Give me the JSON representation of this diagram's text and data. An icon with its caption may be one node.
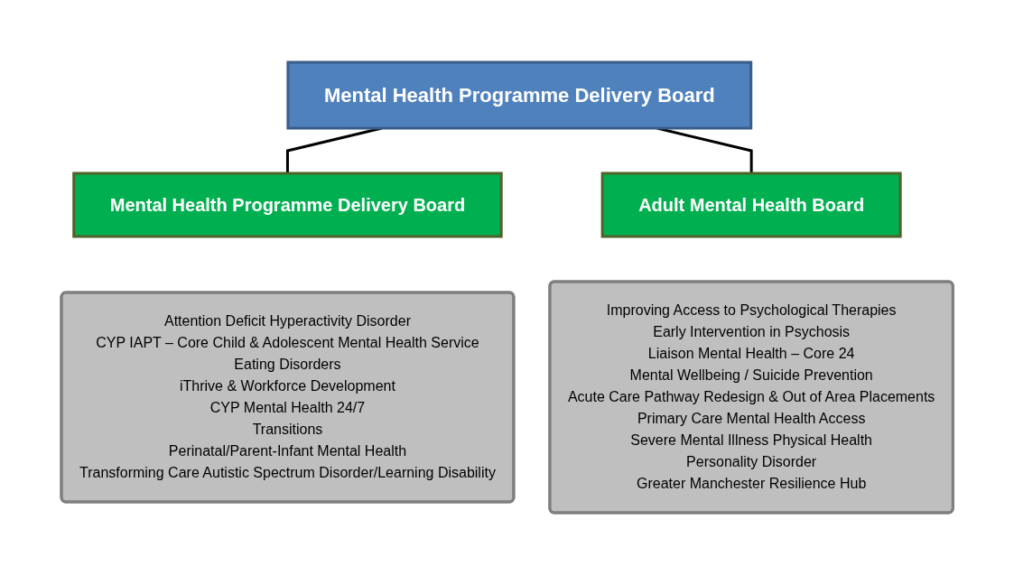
{
  "diagram": {
    "nodes": [
      {
        "text": [
          "Mental Health Programme Delivery Board"
        ]
      },
      {
        "text": [
          "Mental Health Programme Delivery Board"
        ]
      },
      {
        "text": [
          "Adult Mental Health Board"
        ]
      },
      {
        "text": [
          "Attention Deficit Hyperactivity Disorder",
          "CYP IAPT – Core Child & Adolescent Mental Health Service",
          "Eating Disorders",
          "iThrive & Workforce Development",
          "CYP Mental Health 24/7",
          "Transitions",
          "Perinatal/Parent-Infant Mental Health",
          "Transforming Care Autistic Spectrum Disorder/Learning Disability"
        ]
      },
      {
        "text": [
          "Improving Access to Psychological Therapies",
          "Early Intervention in Psychosis",
          "Liaison Mental Health – Core 24",
          "Mental Wellbeing / Suicide Prevention",
          "Acute Care Pathway Redesign & Out of Area Placements",
          "Primary Care Mental Health Access",
          "Severe Mental Illness Physical Health",
          "Personality Disorder",
          "Greater Manchester Resilience Hub"
        ]
      }
    ],
    "edges": [
      {
        "from": 0,
        "to": 1,
        "arrow": "none"
      },
      {
        "from": 0,
        "to": 2,
        "arrow": "none"
      }
    ]
  }
}
